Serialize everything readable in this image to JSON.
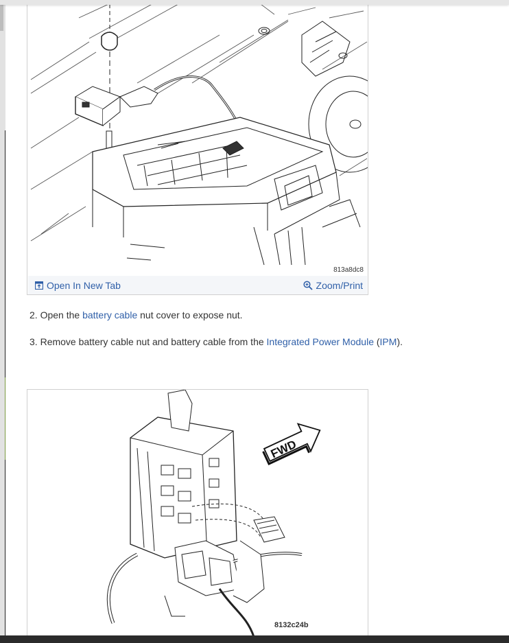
{
  "figures": [
    {
      "id_label": "813a8dc8",
      "toolbar": {
        "open_new_tab_label": "Open In New Tab",
        "zoom_print_label": "Zoom/Print"
      }
    },
    {
      "id_label": "8132c24b",
      "arrow_label": "FWD"
    }
  ],
  "steps": [
    {
      "number": "2.",
      "parts": [
        {
          "text": "Open the ",
          "link": false
        },
        {
          "text": "battery cable",
          "link": true
        },
        {
          "text": " nut cover to expose nut.",
          "link": false
        }
      ]
    },
    {
      "number": "3.",
      "parts": [
        {
          "text": "Remove battery cable nut and battery cable from the ",
          "link": false
        },
        {
          "text": "Integrated Power Module",
          "link": true
        },
        {
          "text": " (",
          "link": false
        },
        {
          "text": "IPM",
          "link": true
        },
        {
          "text": ").",
          "link": false
        }
      ]
    }
  ],
  "colors": {
    "link": "#2f5fa8",
    "text": "#333333",
    "toolbar_bg": "#f4f6f9"
  }
}
